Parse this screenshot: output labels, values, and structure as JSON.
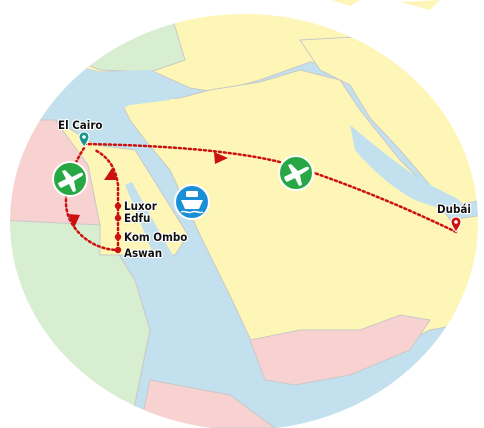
{
  "map": {
    "colors": {
      "sea": "#c2e0ee",
      "land_yellow": "#fdf6b6",
      "land_pink": "#f7d2d0",
      "land_green": "#d8eed0",
      "border": "#c9c9c9",
      "route": "#cc1111",
      "flight_badge": "#27a844",
      "boat_badge": "#1b8fd6"
    },
    "places": {
      "el_cairo": "El Cairo",
      "luxor": "Luxor",
      "edfu": "Edfu",
      "kom_ombo": "Kom Ombo",
      "aswan": "Aswan",
      "dubai": "Dubái"
    },
    "icons": {
      "flight_1": "airplane-icon",
      "flight_2": "airplane-icon",
      "boat": "ship-icon",
      "pin_cairo": "map-pin-icon",
      "pin_dubai": "map-pin-icon"
    }
  }
}
